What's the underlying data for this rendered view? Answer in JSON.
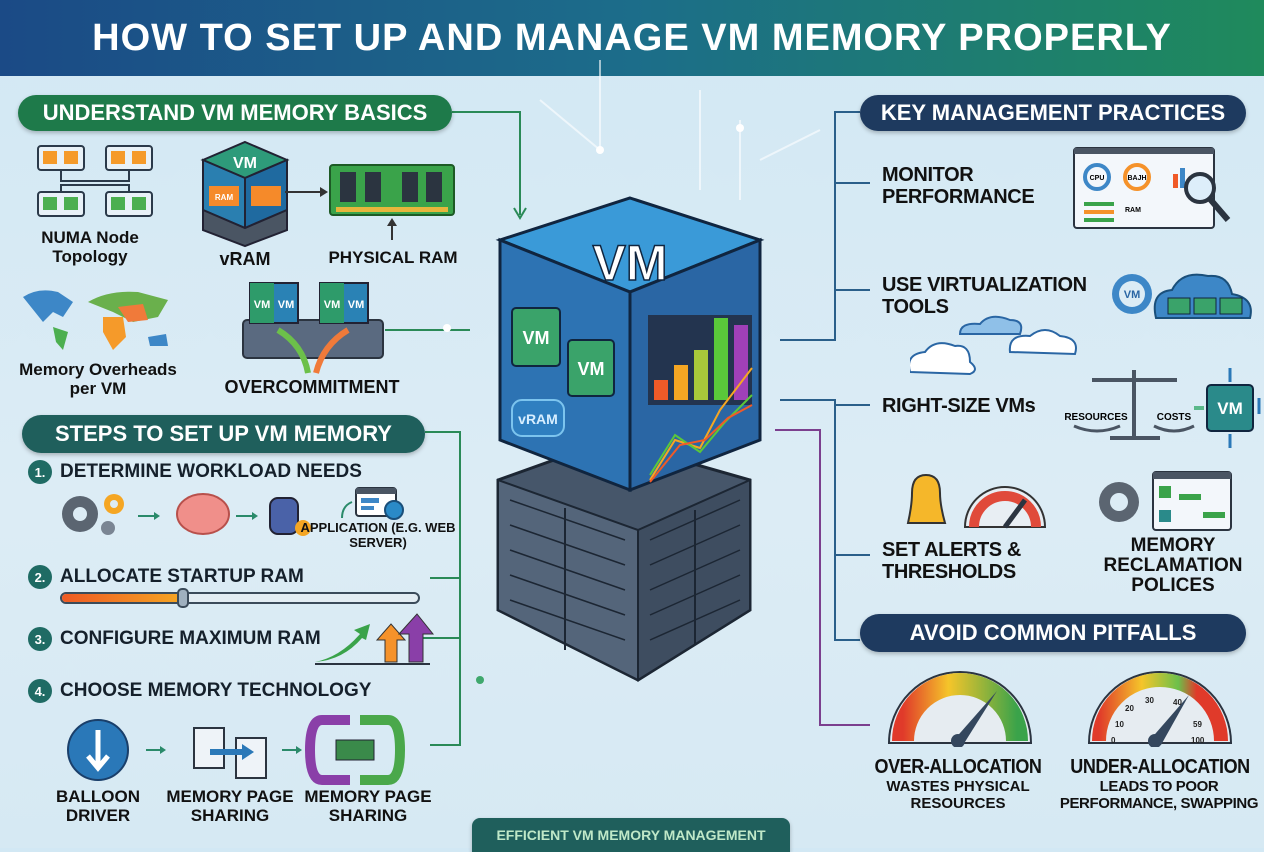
{
  "title": "HOW TO SET UP AND MANAGE VM MEMORY PROPERLY",
  "basics": {
    "heading": "UNDERSTAND VM MEMORY BASICS",
    "numa": "NUMA Node Topology",
    "vram": "vRAM",
    "vram_chip": "RAM",
    "vm": "VM",
    "physical_ram": "PHYSICAL RAM",
    "overheads": "Memory Overheads per VM",
    "overcommitment": "OVERCOMMITMENT"
  },
  "steps": {
    "heading": "STEPS TO SET UP VM MEMORY",
    "items": [
      {
        "num": "1.",
        "label": "DETERMINE WORKLOAD NEEDS"
      },
      {
        "num": "2.",
        "label": "ALLOCATE STARTUP RAM"
      },
      {
        "num": "3.",
        "label": "CONFIGURE MAXIMUM RAM"
      },
      {
        "num": "4.",
        "label": "CHOOSE MEMORY TECHNOLOGY"
      }
    ],
    "application": "APPLICATION (E.G. WEB SERVER)",
    "startup_ram_level": 0.34,
    "tech": [
      {
        "label": "BALLOON DRIVER"
      },
      {
        "label": "MEMORY PAGE SHARING"
      },
      {
        "label": "MEMORY PAGE SHARING"
      }
    ]
  },
  "center": {
    "vm": "VM",
    "vm_small": "VM",
    "vram": "vRAM"
  },
  "practices": {
    "heading": "KEY MANAGEMENT PRACTICES",
    "items": [
      {
        "label": "MONITOR PERFORMANCE"
      },
      {
        "label": "USE VIRTUALIZATION TOOLS"
      },
      {
        "label": "RIGHT-SIZE VMs"
      },
      {
        "label": "SET ALERTS & THRESHOLDS"
      },
      {
        "label": "MEMORY RECLAMATION POLICES"
      }
    ],
    "dashboard": {
      "cpu": "CPU",
      "bajh": "BAJH",
      "ram": "RAM"
    },
    "vm": "VM",
    "resources": "RESOURCES",
    "costs": "COSTS"
  },
  "pitfalls": {
    "heading": "AVOID COMMON PITFALLS",
    "over": {
      "title": "OVER-ALLOCATION",
      "desc": "WASTES PHYSICAL RESOURCES"
    },
    "under": {
      "title": "UNDER-ALLOCATION",
      "desc": "LEADS TO POOR PERFORMANCE, SWAPPING"
    },
    "gauge_ticks": [
      "0",
      "10",
      "20",
      "30",
      "40",
      "59",
      "100"
    ]
  },
  "footer": "EFFICIENT VM MEMORY MANAGEMENT",
  "colors": {
    "green": "#1e7a4a",
    "teal": "#1f5f5c",
    "navy": "#1e3a5f"
  }
}
